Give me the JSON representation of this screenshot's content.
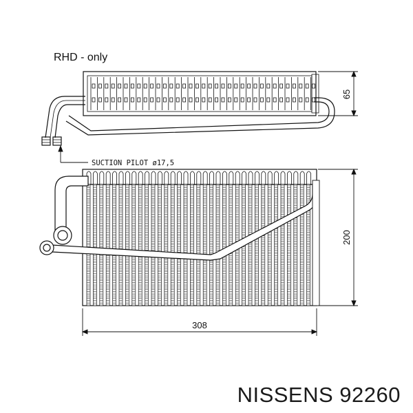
{
  "diagram": {
    "top_view_note": "RHD - only",
    "suction_label": "SUCTION PILOT ø17,5",
    "dim_height_small": "65",
    "dim_height_large": "200",
    "dim_width": "308"
  },
  "footer": {
    "brand_part": "NISSENS 92260"
  },
  "colors": {
    "line": "#111111",
    "background": "#ffffff"
  }
}
